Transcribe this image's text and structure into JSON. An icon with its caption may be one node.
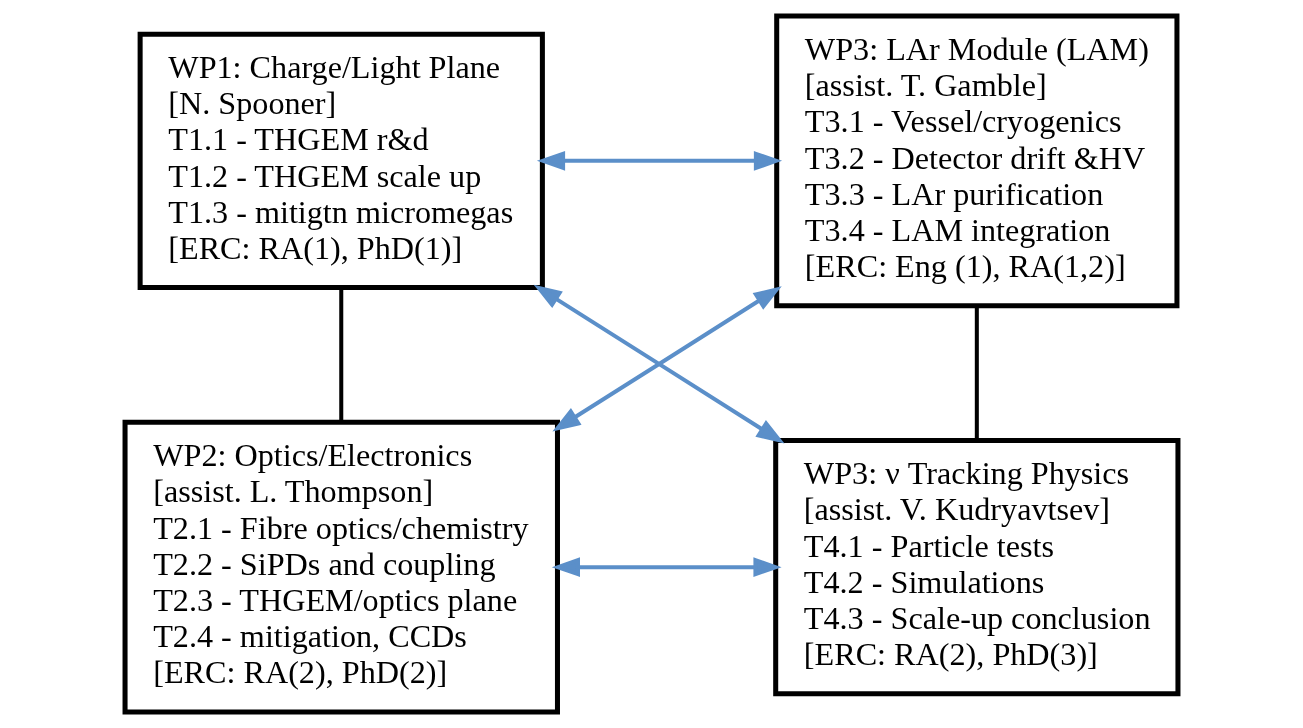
{
  "diagram": {
    "nodes": [
      {
        "text": [
          "WP1: Charge/Light Plane",
          "[N. Spooner]",
          "T1.1 - THGEM r&d",
          "T1.2 - THGEM scale up",
          "T1.3 - mitigtn micromegas",
          "[ERC: RA(1), PhD(1)]"
        ]
      },
      {
        "text": [
          "WP2: Optics/Electronics",
          "[assist. L. Thompson]",
          "T2.1 - Fibre optics/chemistry",
          "T2.2 - SiPDs and coupling",
          "T2.3 - THGEM/optics plane",
          "T2.4 - mitigation, CCDs",
          "[ERC: RA(2), PhD(2)]"
        ]
      },
      {
        "text": [
          "WP3: LAr Module (LAM)",
          "[assist. T. Gamble]",
          "T3.1 - Vessel/cryogenics",
          "T3.2 - Detector drift &HV",
          "T3.3 - LAr purification",
          "T3.4 - LAM integration",
          "[ERC: Eng (1), RA(1,2)]"
        ]
      },
      {
        "text": [
          "WP3: ν Tracking Physics",
          "[assist. V. Kudryavtsev]",
          "T4.1 - Particle tests",
          "T4.2 - Simulations",
          "T4.3 - Scale-up conclusion",
          "[ERC: RA(2), PhD(3)]"
        ]
      }
    ],
    "edges": [
      {
        "from": 0,
        "to": 1,
        "arrow": "none",
        "color": "#000000"
      },
      {
        "from": 2,
        "to": 3,
        "arrow": "none",
        "color": "#000000"
      },
      {
        "from": 0,
        "to": 2,
        "arrow": "both"
      },
      {
        "from": 1,
        "to": 2,
        "arrow": "both"
      },
      {
        "from": 3,
        "to": 0,
        "arrow": "both"
      },
      {
        "from": 3,
        "to": 1,
        "arrow": "both"
      }
    ]
  }
}
